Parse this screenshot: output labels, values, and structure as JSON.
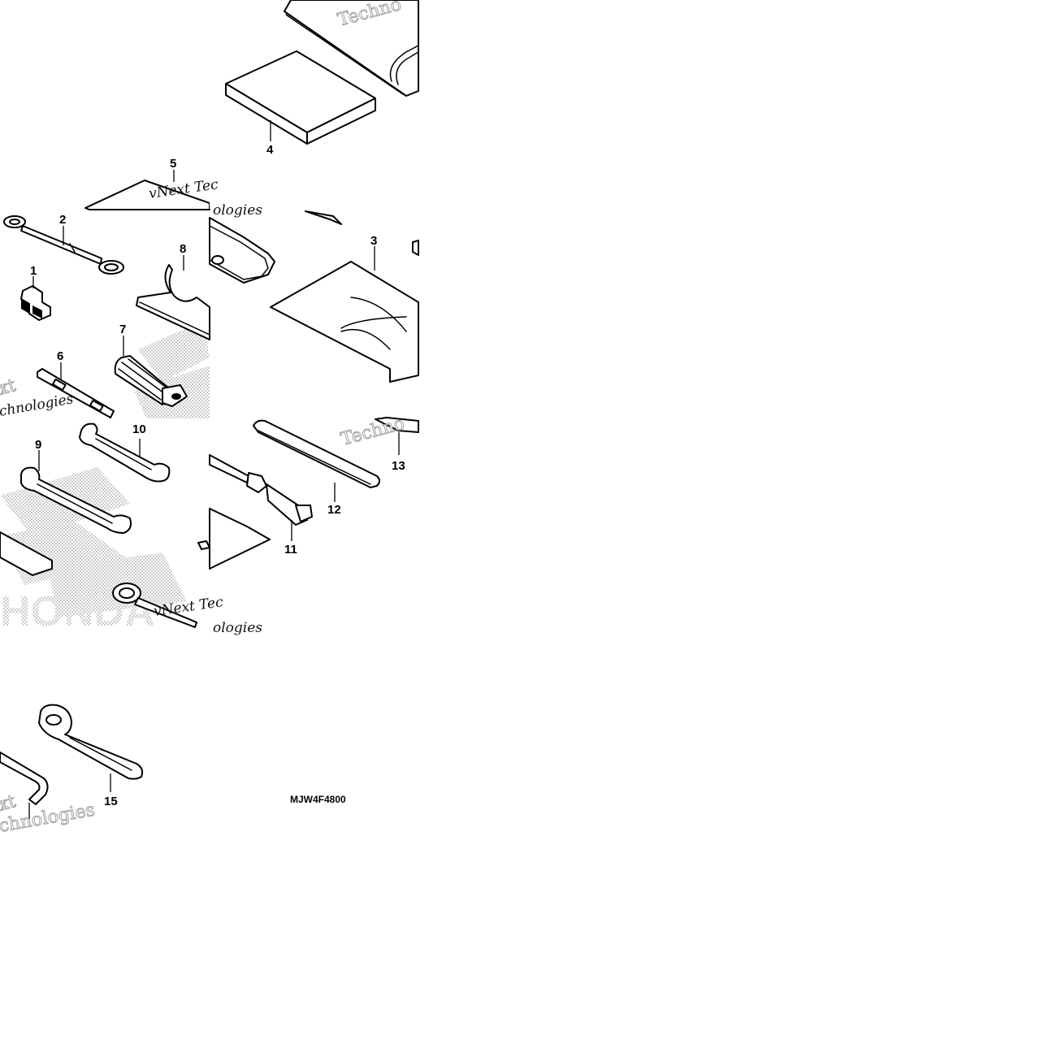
{
  "callouts": {
    "c1": "1",
    "c2": "2",
    "c3": "3",
    "c4": "4",
    "c5": "5",
    "c6": "6",
    "c7": "7",
    "c8": "8",
    "c9": "9",
    "c10": "10",
    "c11": "11",
    "c12": "12",
    "c13": "13",
    "c15": "15"
  },
  "diagram_code": "MJW4F4800",
  "watermark": {
    "w1": "Techno",
    "w2": "vNext Tec",
    "w3": "ologies",
    "w4": "xt",
    "w5": "chnologies",
    "w6": "Techno",
    "w7": "vNext Tec",
    "w8": "ologies",
    "w9": "xt",
    "w10": "chnologies"
  },
  "logo": {
    "text": "HONDA"
  },
  "colors": {
    "line": "#000000",
    "background": "#ffffff",
    "dots": "#b0b0b0"
  }
}
